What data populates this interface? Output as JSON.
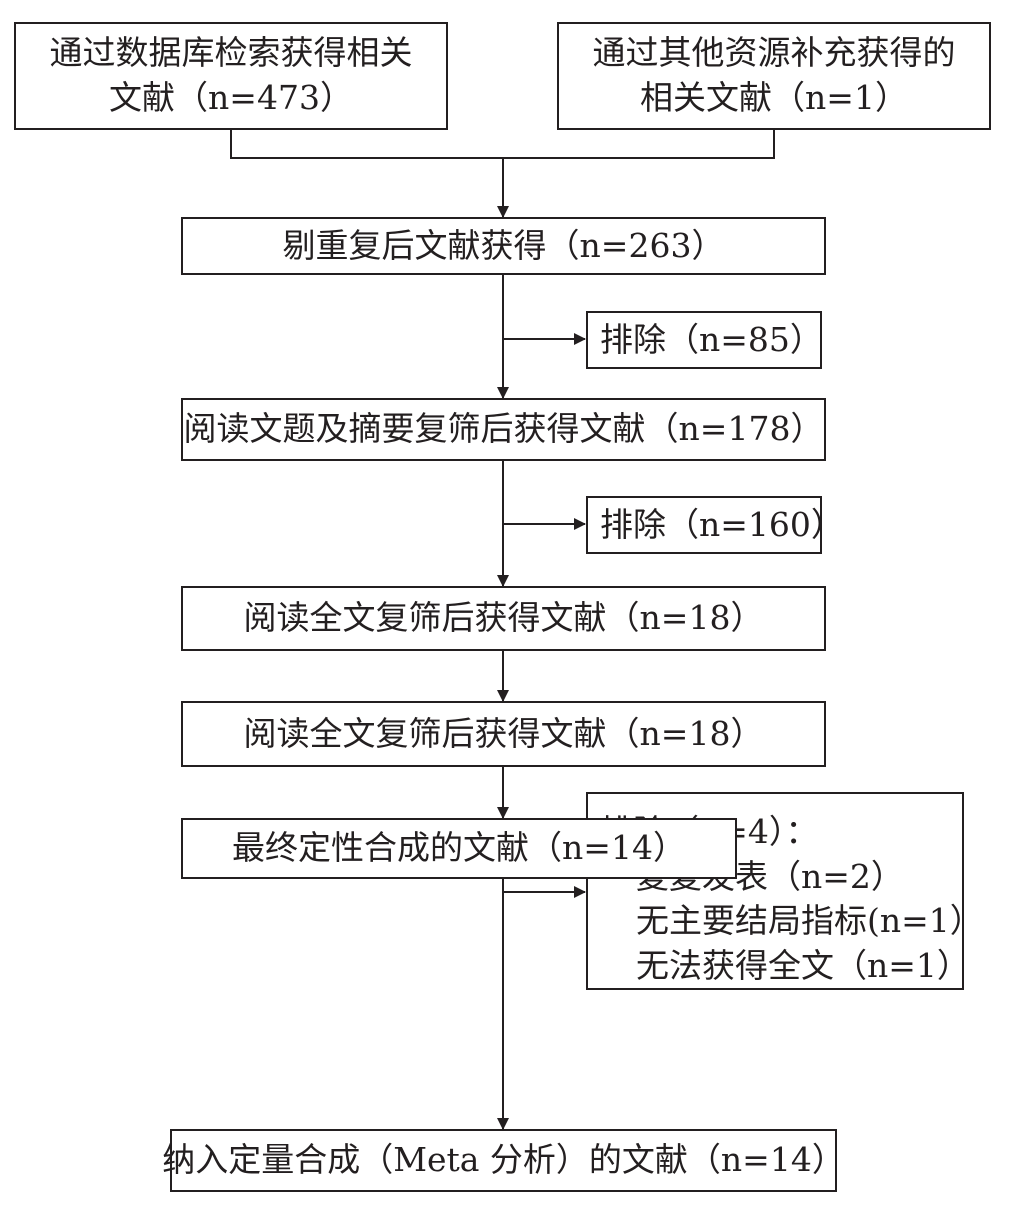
{
  "boxes": {
    "b1": {
      "line1": "通过数据库检索获得相关",
      "line2": "文献（n=473）"
    },
    "b2": {
      "line1": "通过其他资源补充获得的",
      "line2": "相关文献（n=1）"
    },
    "b3": {
      "text": "剔重复后文献获得（n=263）"
    },
    "e1": {
      "text": "排除（n=85）"
    },
    "b4": {
      "text": "阅读文题及摘要复筛后获得文献（n=178）"
    },
    "e2": {
      "text": "排除（n=160）"
    },
    "b5": {
      "text": "阅读全文复筛后获得文献（n=18）"
    },
    "b6": {
      "text": "阅读全文复筛后获得文献（n=18）"
    },
    "e3": {
      "title": "排除（n=4）：",
      "items": [
        "复复发表（n=2）",
        "无主要结局指标(n=1）",
        "无法获得全文（n=1）"
      ]
    },
    "b7": {
      "text": "最终定性合成的文献（n=14）"
    },
    "b8": {
      "text": "纳入定量合成（Meta 分析）的文献（n=14）"
    }
  }
}
